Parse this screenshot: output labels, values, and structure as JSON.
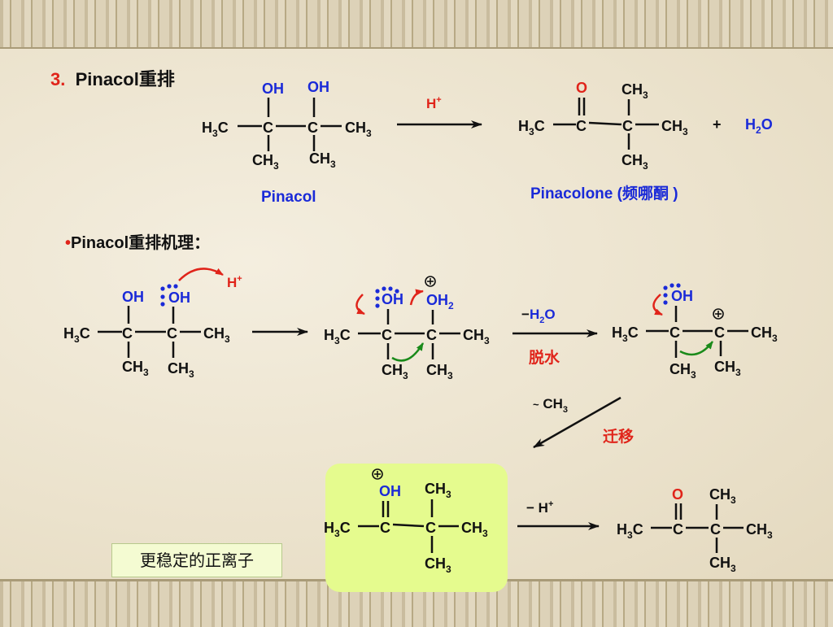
{
  "section": {
    "number": "3.",
    "title": "Pinacol重排"
  },
  "reaction": {
    "reagent": "H+",
    "reactant_name": "Pinacol",
    "product_name": "Pinacolone (频哪酮 )",
    "plus": "+",
    "byproduct": "H2O"
  },
  "mechanism": {
    "heading": "Pinacol重排机理：",
    "step_protonation": "H+",
    "step_dehydration_reagent": "−H2O",
    "step_dehydration_label": "脱水",
    "step_shift_reagent": "~ CH3",
    "step_shift_label": "迁移",
    "step_deprotonation": "− H+",
    "note": "更稳定的正离子"
  },
  "colors": {
    "blue": "#1a2ad8",
    "red": "#e0241a",
    "green": "#1a8a1a",
    "highlight": "#e5fb8e"
  }
}
